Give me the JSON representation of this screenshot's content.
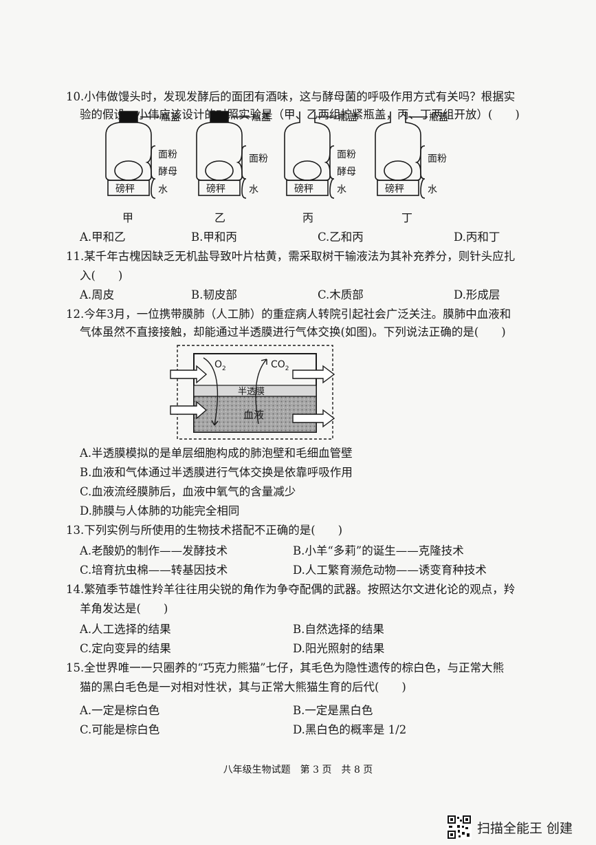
{
  "q10": {
    "line1": "10.小伟做馒头时，发现发酵后的面团有酒味，这与酵母菌的呼吸作用方式有关吗？根据实",
    "line2": "验的假设，小伟应该设计的对照实验是（甲、乙两组拧紧瓶盖，丙、丁两组开放）(　　)",
    "bottle_labels": {
      "cap": "瓶盖",
      "flour": "面粉",
      "yeast": "酵母",
      "water": "水",
      "scale": "磅秤"
    },
    "group_names": [
      "甲",
      "乙",
      "丙",
      "丁"
    ],
    "options": [
      "A.甲和乙",
      "B.甲和丙",
      "C.乙和丙",
      "D.丙和丁"
    ]
  },
  "q11": {
    "line1": "11.某千年古槐因缺乏无机盐导致叶片枯黄，需采取树干输液法为其补充养分，则针头应扎",
    "line2": "入(　　)",
    "options": [
      "A.周皮",
      "B.韧皮部",
      "C.木质部",
      "D.形成层"
    ]
  },
  "q12": {
    "line1": "12.今年3月，一位携带膜肺（人工肺）的重症病人转院引起社会广泛关注。膜肺中血液和",
    "line2": "气体虽然不直接接触，却能通过半透膜进行气体交换(如图)。下列说法正确的是(　　)",
    "diagram": {
      "o2": "O",
      "o2_sub": "2",
      "co2": "CO",
      "co2_sub": "2",
      "membrane": "半透膜",
      "blood": "血液"
    },
    "options": [
      "A.半透膜模拟的是单层细胞构成的肺泡壁和毛细血管壁",
      "B.血液和气体通过半透膜进行气体交换是依靠呼吸作用",
      "C.血液流经膜肺后，血液中氧气的含量减少",
      "D.肺膜与人体肺的功能完全相同"
    ]
  },
  "q13": {
    "line1": "13.下列实例与所使用的生物技术搭配不正确的是(　　)",
    "options": [
      "A.老酸奶的制作——发酵技术",
      "B.小羊“多莉”的诞生——克隆技术",
      "C.培育抗虫棉——转基因技术",
      "D.人工繁育濒危动物——诱变育种技术"
    ]
  },
  "q14": {
    "line1": "14.繁殖季节雄性羚羊往往用尖锐的角作为争夺配偶的武器。按照达尔文进化论的观点，羚",
    "line2": "羊角发达是(　　)",
    "options": [
      "A.人工选择的结果",
      "B.自然选择的结果",
      "C.定向变异的结果",
      "D.阳光照射的结果"
    ]
  },
  "q15": {
    "line1": "15.全世界唯一一只圈养的“巧克力熊猫”七仔，其毛色为隐性遗传的棕白色，与正常大熊",
    "line2": "猫的黑白毛色是一对相对性状，其与正常大熊猫生育的后代(　　)",
    "options": [
      "A.一定是棕白色",
      "B.一定是黑白色",
      "C.可能是棕白色",
      "D.黑白色的概率是 1/2"
    ]
  },
  "footer": "八年级生物试题　第 3 页　共 8 页",
  "scan": {
    "text": "扫描全能王 创建",
    "icon": "qr-code-icon"
  },
  "colors": {
    "ink": "#1a1a1a",
    "paper": "#f7f7f5",
    "blood": "#9a9a9a"
  }
}
